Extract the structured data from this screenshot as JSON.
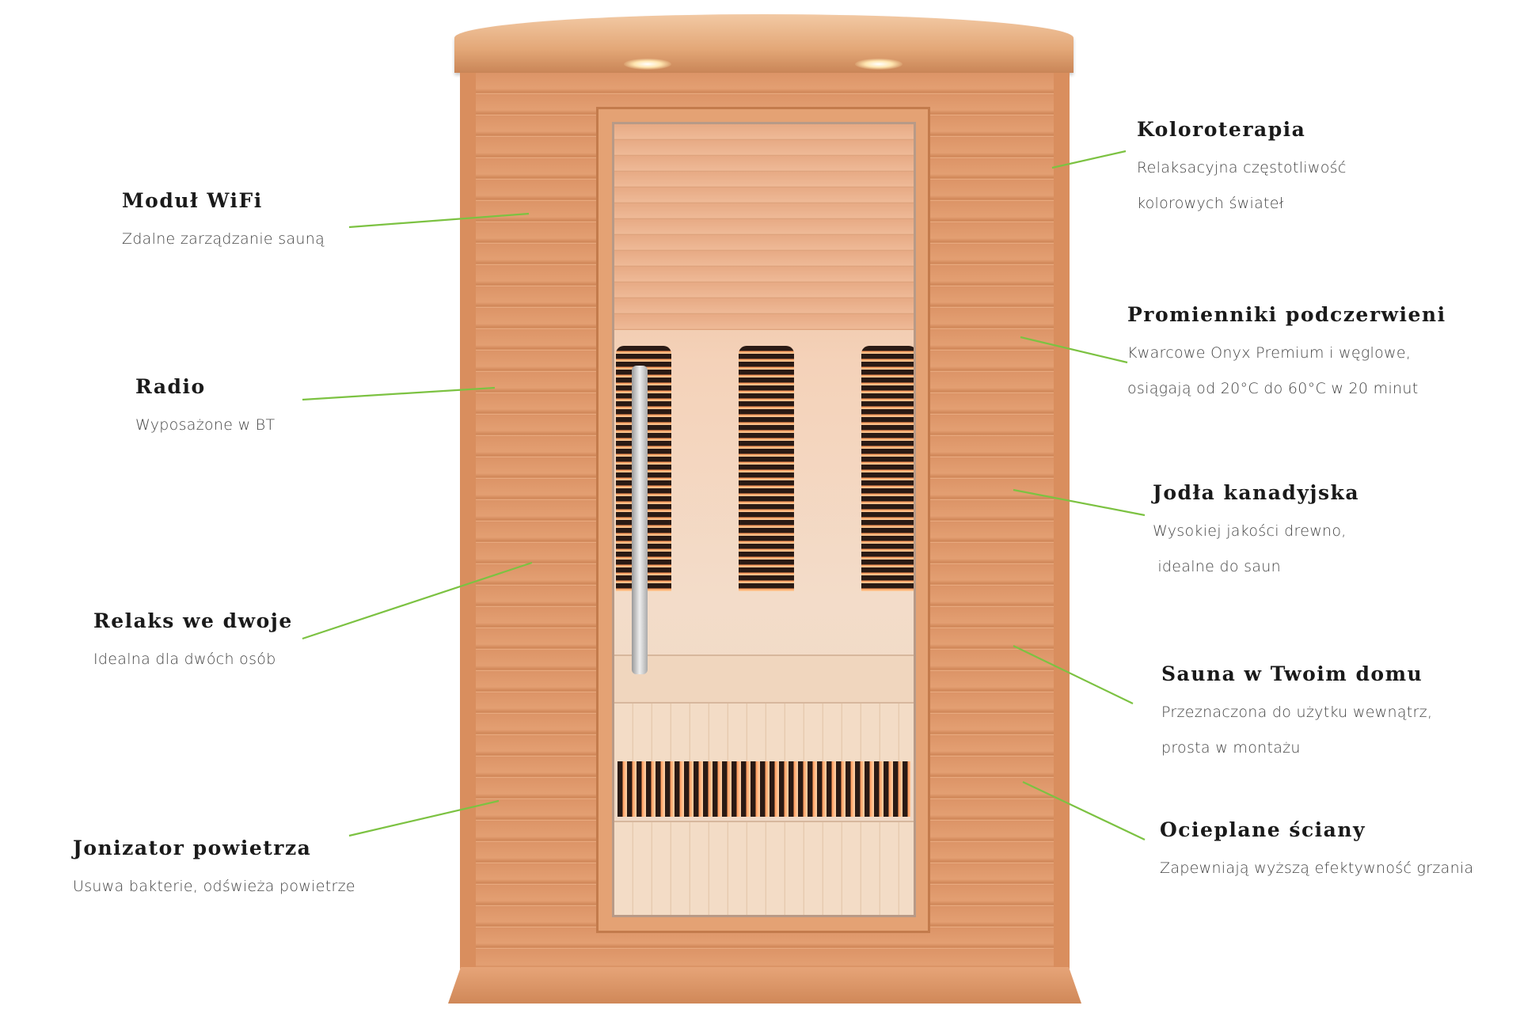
{
  "accent_line_color": "#7cc242",
  "features_left": [
    {
      "title": "Moduł WiFi",
      "desc": [
        "Zdalne zarządzanie sauną"
      ]
    },
    {
      "title": "Radio",
      "desc": [
        "Wyposażone w BT"
      ]
    },
    {
      "title": "Relaks we dwoje",
      "desc": [
        "Idealna dla dwóch osób"
      ]
    },
    {
      "title": "Jonizator powietrza",
      "desc": [
        "Usuwa bakterie, odświeża powietrze"
      ]
    }
  ],
  "features_right": [
    {
      "title": "Koloroterapia",
      "desc": [
        "Relaksacyjna częstotliwość",
        "kolorowych świateł"
      ]
    },
    {
      "title": "Promienniki podczerwieni",
      "desc": [
        "Kwarcowe Onyx Premium i węglowe,",
        "osiągają od 20°C do 60°C w 20 minut"
      ]
    },
    {
      "title": "Jodła kanadyjska",
      "desc": [
        "Wysokiej jakości drewno,",
        " idealne do saun"
      ]
    },
    {
      "title": "Sauna w Twoim domu",
      "desc": [
        "Przeznaczona do użytku wewnątrz,",
        "prosta w montażu"
      ]
    },
    {
      "title": "Ocieplane ściany",
      "desc": [
        "Zapewniają wyższą efektywność grzania"
      ]
    }
  ]
}
